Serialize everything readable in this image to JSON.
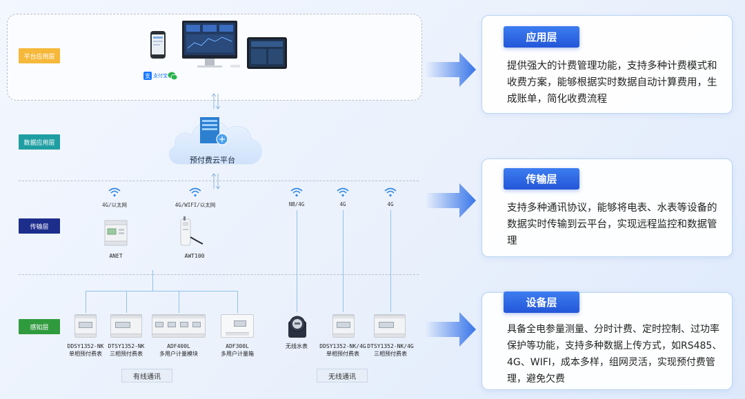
{
  "layers": {
    "platform": {
      "label": "平台应用层",
      "color": "#f6b83a"
    },
    "data": {
      "label": "数据应用层",
      "color": "#1f9ea2"
    },
    "transport": {
      "label": "传输层",
      "color": "#1d2d8c"
    },
    "sensing": {
      "label": "感知层",
      "color": "#2f9b3e"
    }
  },
  "cloud_platform": {
    "label": "预付费云平台"
  },
  "pay_logos": {
    "alipay": "支付宝"
  },
  "networks": [
    {
      "label": "4G/以太网"
    },
    {
      "label": "4G/WIFI/以太网"
    },
    {
      "label": "NB/4G"
    },
    {
      "label": "4G"
    },
    {
      "label": "4G"
    }
  ],
  "gateways": [
    {
      "label": "ANET"
    },
    {
      "label": "AWT100"
    }
  ],
  "devices": [
    {
      "model": "DDSY1352-NK",
      "desc": "单相预付费表"
    },
    {
      "model": "DTSY1352-NK",
      "desc": "三相预付费表"
    },
    {
      "model": "ADF400L",
      "desc": "多用户计量模块"
    },
    {
      "model": "ADF300L",
      "desc": "多用户计量箱"
    },
    {
      "model": "无线水表",
      "desc": ""
    },
    {
      "model": "DDSY1352-NK/4G",
      "desc": "单相预付费表"
    },
    {
      "model": "DTSY1352-NK/4G",
      "desc": "三相预付费表"
    }
  ],
  "comm": {
    "wired": "有线通讯",
    "wireless": "无线通讯"
  },
  "panels": [
    {
      "title": "应用层",
      "text": "提供强大的计费管理功能，支持多种计费模式和收费方案，能够根据实时数据自动计算费用，生成账单，简化收费流程"
    },
    {
      "title": "传输层",
      "text": "支持多种通讯协议，能够将电表、水表等设备的数据实时传输到云平台，实现远程监控和数据管理"
    },
    {
      "title": "设备层",
      "text": "具备全电参量测量、分时计费、定时控制、过功率保护等功能，支持多种数据上传方式，如RS485、4G、WIFI，成本多样，组网灵活，实现预付费管理，避免欠费"
    }
  ],
  "colors": {
    "accent": "#2f6fe8",
    "line": "#8fc2e8"
  }
}
